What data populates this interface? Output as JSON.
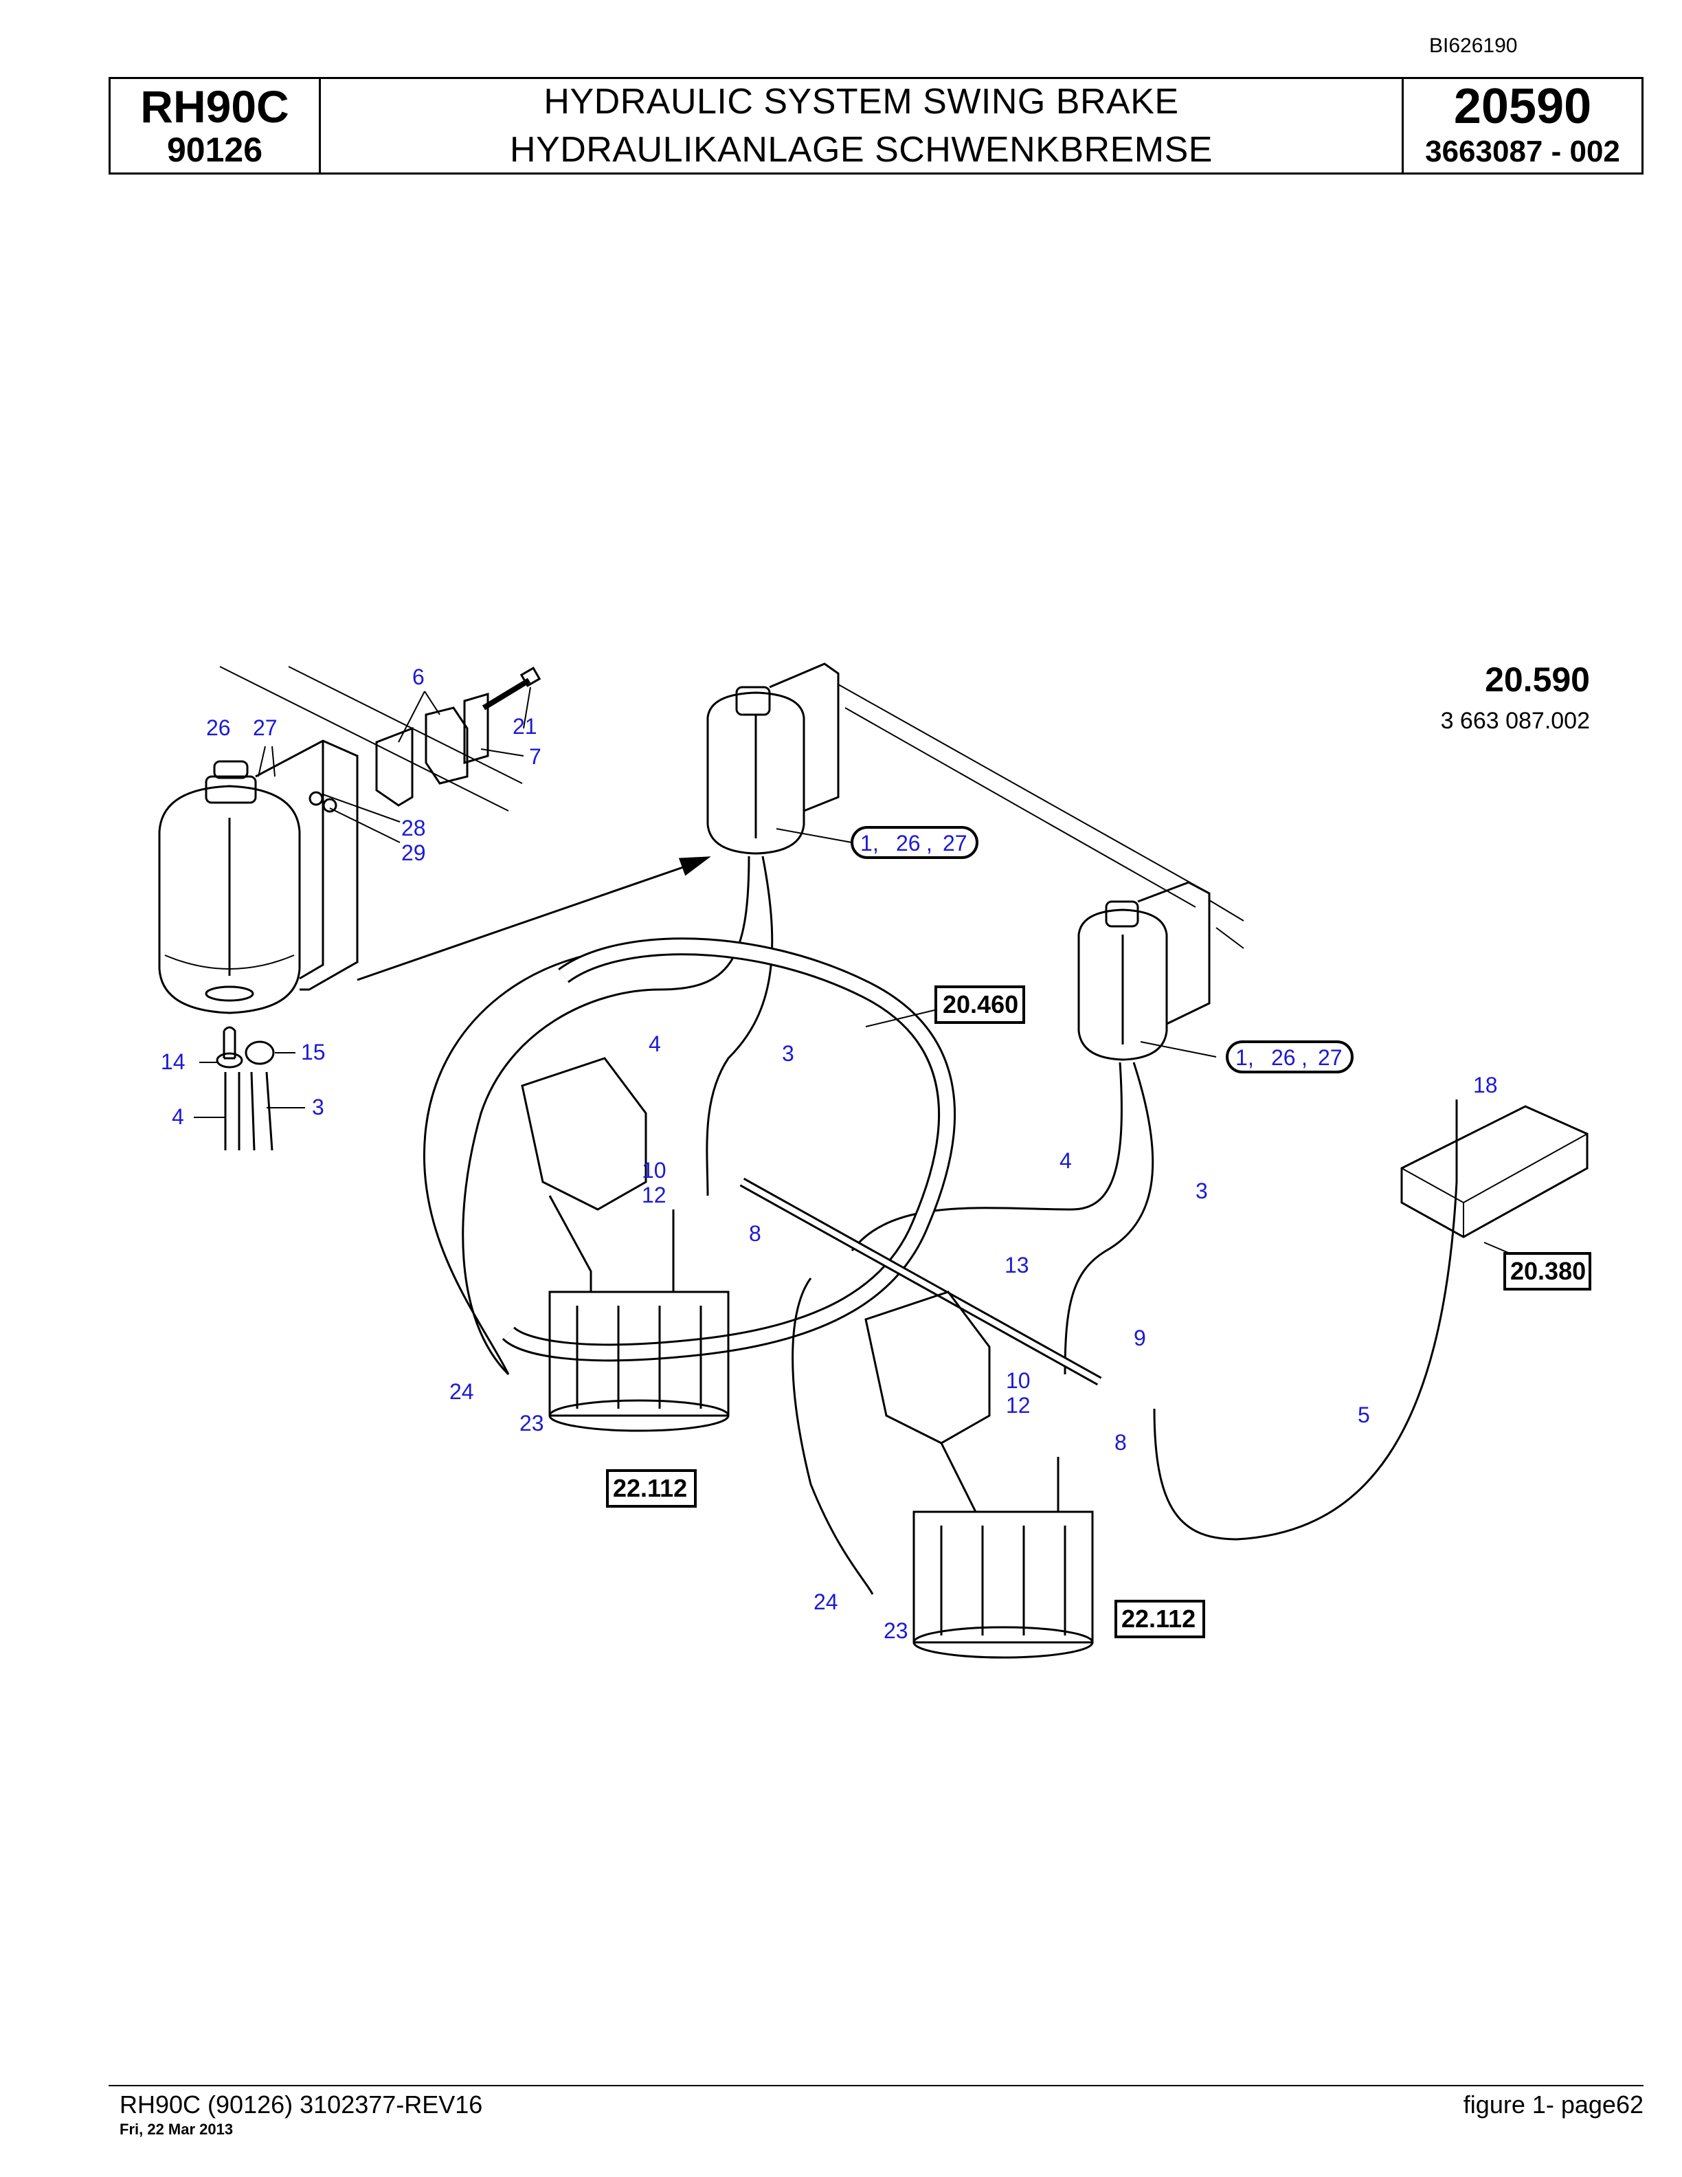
{
  "doc_id": "BI626190",
  "header": {
    "model": "RH90C",
    "serial": "90126",
    "title_en": "HYDRAULIC SYSTEM SWING BRAKE",
    "title_de": "HYDRAULIKANLAGE SCHWENKBREMSE",
    "section": "20590",
    "part_number": "3663087  - 002"
  },
  "figure": {
    "number": "20.590",
    "part_number": "3 663 087.002",
    "callouts": {
      "c1": "1",
      "c2": "3",
      "c3": "4",
      "c4": "5",
      "c5": "6",
      "c6": "7",
      "c7": "8",
      "c8": "9",
      "c9": "10",
      "c10": "12",
      "c11": "13",
      "c12": "14",
      "c13": "15",
      "c14": "18",
      "c15": "21",
      "c16": "23",
      "c17": "24",
      "c18": "26",
      "c19": "27",
      "c20": "28",
      "c21": "29"
    },
    "refs": {
      "r_20460": "20.460",
      "r_20380": "20.380",
      "r_22112": "22.112"
    }
  },
  "footer": {
    "left": "RH90C (90126) 3102377-REV16",
    "date": "Fri, 22 Mar 2013",
    "right": "figure  1- page62"
  }
}
